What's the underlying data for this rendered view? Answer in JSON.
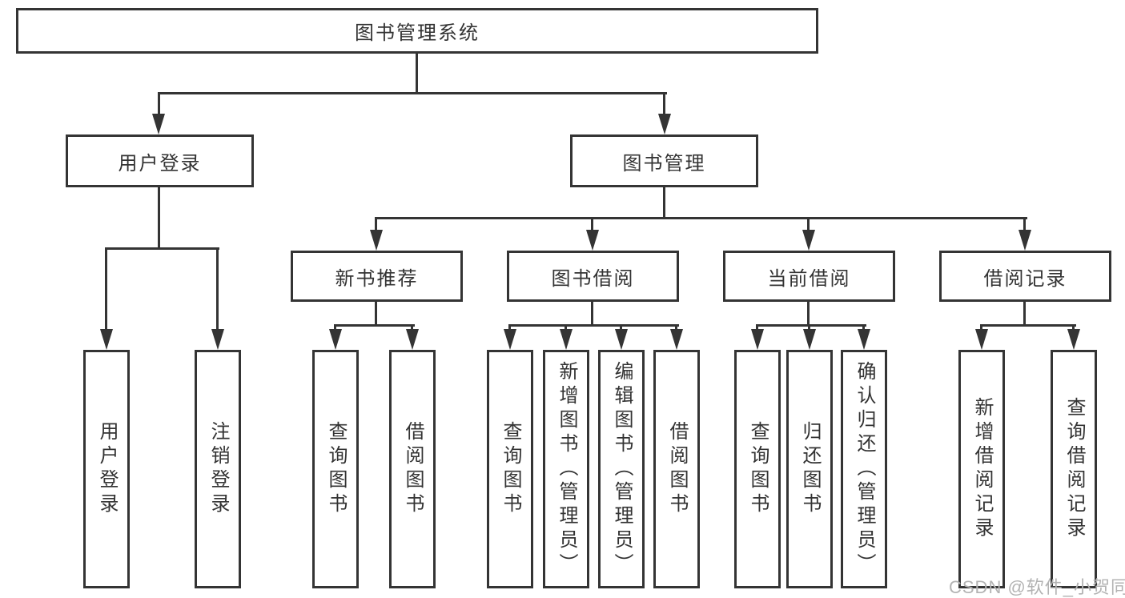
{
  "diagram": {
    "type": "hierarchy-tree",
    "root_label": "图书管理系统",
    "branches": [
      {
        "label": "用户登录",
        "children": [
          {
            "label": "用户登录"
          },
          {
            "label": "注销登录"
          }
        ]
      },
      {
        "label": "图书管理",
        "groups": [
          {
            "label": "新书推荐",
            "children": [
              {
                "label": "查询图书"
              },
              {
                "label": "借阅图书"
              }
            ]
          },
          {
            "label": "图书借阅",
            "children": [
              {
                "label": "查询图书"
              },
              {
                "label": "新增图书（管理员）"
              },
              {
                "label": "编辑图书（管理员）"
              },
              {
                "label": "借阅图书"
              }
            ]
          },
          {
            "label": "当前借阅",
            "children": [
              {
                "label": "查询图书"
              },
              {
                "label": "归还图书"
              },
              {
                "label": "确认归还（管理员）"
              }
            ]
          },
          {
            "label": "借阅记录",
            "children": [
              {
                "label": "新增借阅记录"
              },
              {
                "label": "查询借阅记录"
              }
            ]
          }
        ]
      }
    ]
  },
  "watermark": {
    "text": "CSDN @软件_小贺同学"
  },
  "colors": {
    "line": "#343434",
    "text": "#333333",
    "background": "#ffffff",
    "watermark": "#b3b3b3"
  }
}
